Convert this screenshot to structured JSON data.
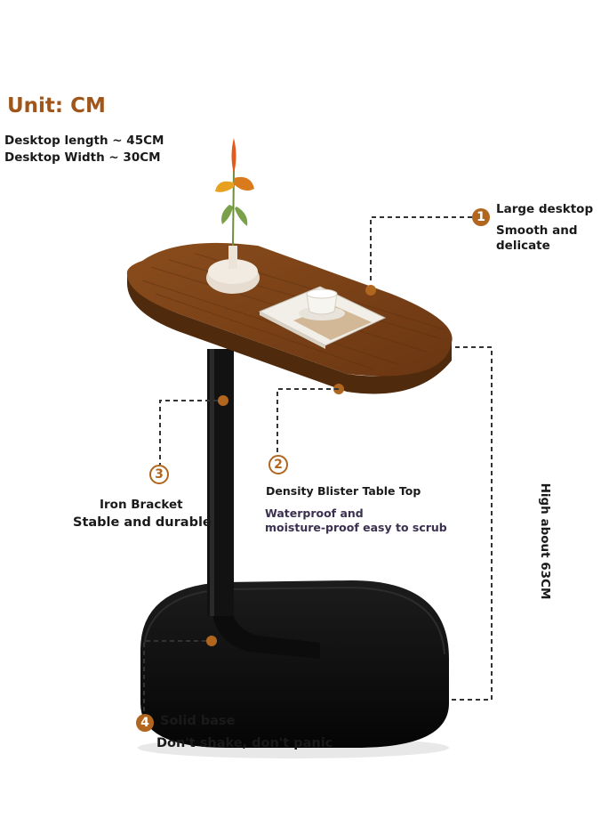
{
  "unit_label": "Unit: CM",
  "dimensions": {
    "length": "Desktop length ~ 45CM",
    "width": "Desktop Width ~ 30CM"
  },
  "height_label": "High about 63CM",
  "callouts": [
    {
      "number": "1",
      "title": "Large desktop",
      "lines": [
        "Smooth and",
        "delicate"
      ]
    },
    {
      "number": "2",
      "title": "Density Blister Table Top",
      "lines": [
        "Waterproof and",
        "moisture-proof easy to scrub"
      ]
    },
    {
      "number": "3",
      "title": "Iron Bracket",
      "lines": [
        "Stable and durable"
      ]
    },
    {
      "number": "4",
      "title": "Solid base",
      "lines": [
        "Don't shake, don't panic"
      ]
    }
  ],
  "colors": {
    "accent": "#b0661e",
    "wood": "#7a4317",
    "metal": "#111111"
  }
}
